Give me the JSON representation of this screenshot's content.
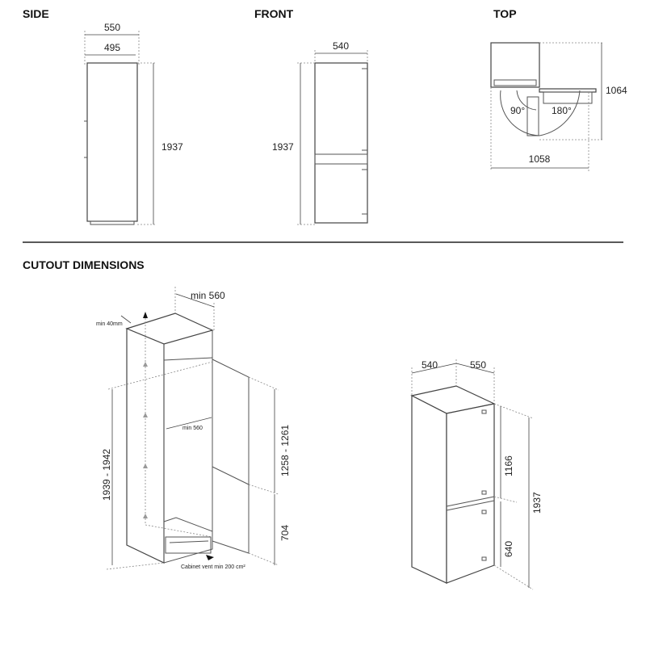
{
  "sections": {
    "side": "SIDE",
    "front": "FRONT",
    "top": "TOP",
    "cutout": "CUTOUT DIMENSIONS"
  },
  "side_view": {
    "depth_total": "550",
    "depth_body": "495",
    "height": "1937"
  },
  "front_view": {
    "width": "540",
    "height": "1937"
  },
  "top_view": {
    "angle_1": "90°",
    "angle_2": "180°",
    "depth": "1064",
    "width": "1058"
  },
  "cutout_cabinet": {
    "top_width": "min 560",
    "top_clearance": "min 40mm",
    "inner_width": "min 560",
    "height": "1939 - 1942",
    "upper_door": "1258 - 1261",
    "lower_door": "704",
    "vent_note": "Cabinet vent min 200 cm²"
  },
  "appliance": {
    "width": "540",
    "depth": "550",
    "upper_door": "1166",
    "lower_door": "640",
    "height": "1937"
  }
}
